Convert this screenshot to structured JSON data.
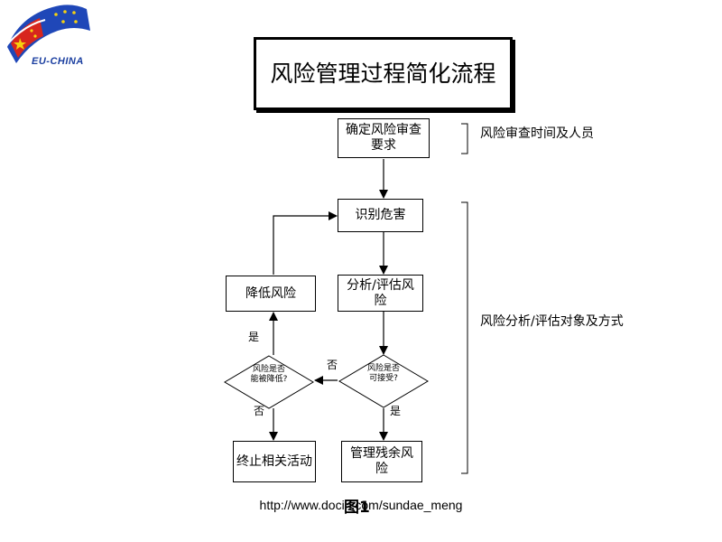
{
  "logo": {
    "label": "EU-CHINA"
  },
  "title": "风险管理过程简化流程",
  "nodes": {
    "requirements": "确定风险审查要求",
    "identify": "识别危害",
    "analyze": "分析/评估风险",
    "reduce": "降低风险",
    "acceptable": "风险是否可接受?",
    "can_reduce": "风险是否能被降低?",
    "terminate": "终止相关活动",
    "manage": "管理残余风险"
  },
  "edge_labels": {
    "yes_reduce": "是",
    "no_acceptable": "否",
    "yes_acceptable": "是",
    "no_can_reduce": "否"
  },
  "annotations": {
    "review_time": "风险审查时间及人员",
    "analysis_scope": "风险分析/评估对象及方式"
  },
  "footer": {
    "url": "http://www.docin.com/sundae_meng",
    "figure_label": "图1"
  }
}
